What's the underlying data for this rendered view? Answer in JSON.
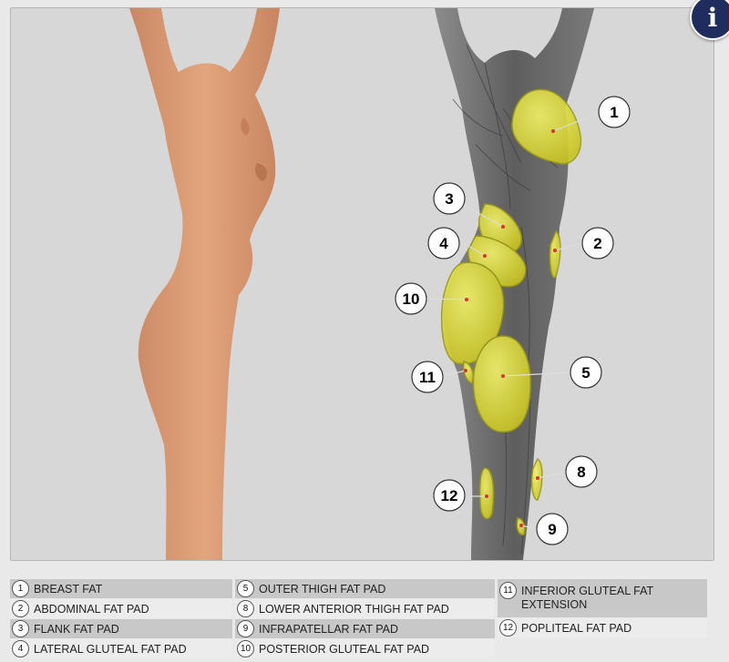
{
  "info_badge": "i",
  "callouts": [
    {
      "n": "1"
    },
    {
      "n": "2"
    },
    {
      "n": "3"
    },
    {
      "n": "4"
    },
    {
      "n": "5"
    },
    {
      "n": "8"
    },
    {
      "n": "9"
    },
    {
      "n": "10"
    },
    {
      "n": "11"
    },
    {
      "n": "12"
    }
  ],
  "legend": {
    "col1": [
      {
        "n": "1",
        "label": "BREAST FAT"
      },
      {
        "n": "2",
        "label": "ABDOMINAL FAT PAD"
      },
      {
        "n": "3",
        "label": "FLANK FAT PAD"
      },
      {
        "n": "4",
        "label": "LATERAL GLUTEAL FAT PAD"
      }
    ],
    "col2": [
      {
        "n": "5",
        "label": "OUTER THIGH FAT PAD"
      },
      {
        "n": "8",
        "label": "LOWER ANTERIOR THIGH FAT PAD"
      },
      {
        "n": "9",
        "label": "INFRAPATELLAR FAT PAD"
      },
      {
        "n": "10",
        "label": "POSTERIOR GLUTEAL FAT PAD"
      }
    ],
    "col3": [
      {
        "n": "11",
        "label": "INFERIOR GLUTEAL FAT EXTENSION"
      },
      {
        "n": "12",
        "label": "POPLITEAL FAT PAD"
      }
    ]
  },
  "colors": {
    "fat_pad": "#e4e23a",
    "fat_pad_stroke": "#9a9a18",
    "leader_line": "#d9342b",
    "skin": "#d99a72",
    "muscle": "#6e6e6e"
  }
}
